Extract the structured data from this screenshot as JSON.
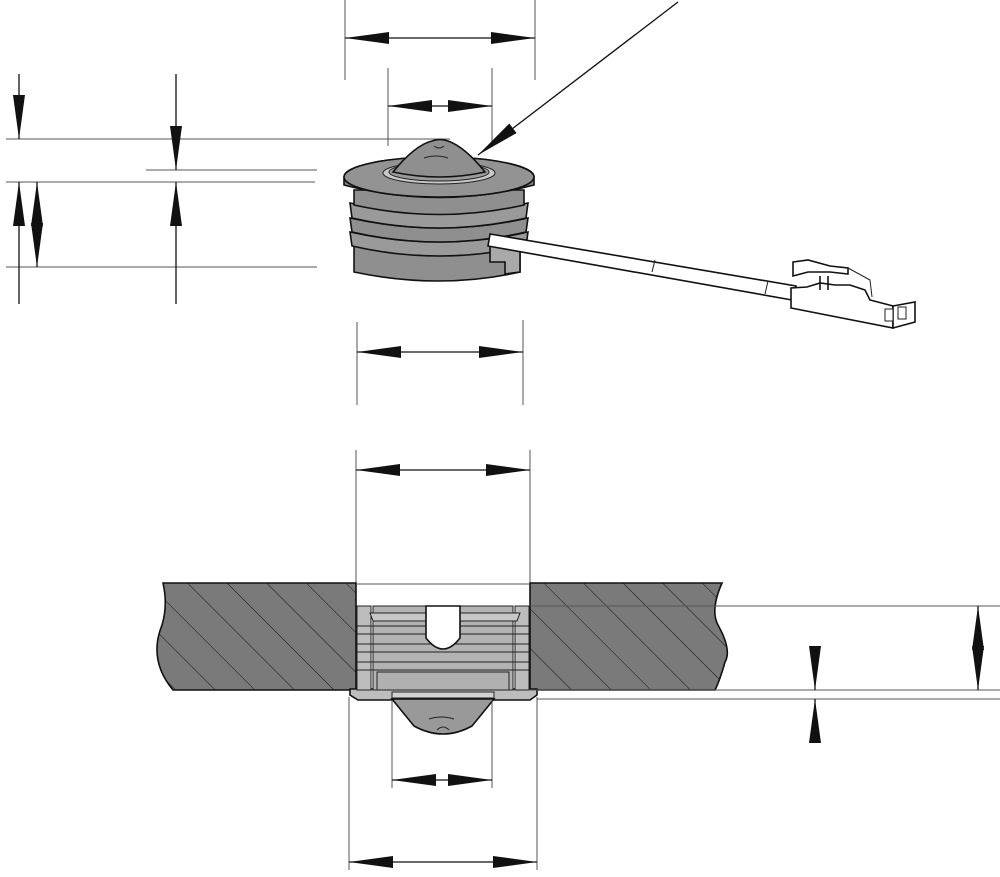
{
  "drawing": {
    "views": [
      {
        "id": "perspective-view",
        "subject": "sensor-housing-with-cable-and-connector"
      },
      {
        "id": "section-view",
        "subject": "housing-installed-in-panel"
      }
    ],
    "colors": {
      "background": "#ffffff",
      "line": "#111111",
      "extension_line": "#555555",
      "part_fill": "#8f8f8f",
      "part_fill_light": "#a9a9a9",
      "insert_fill": "#bdbdbd",
      "panel_fill": "#7a7a7a",
      "cable_fill": "#ffffff"
    },
    "dimension_count": 10
  }
}
